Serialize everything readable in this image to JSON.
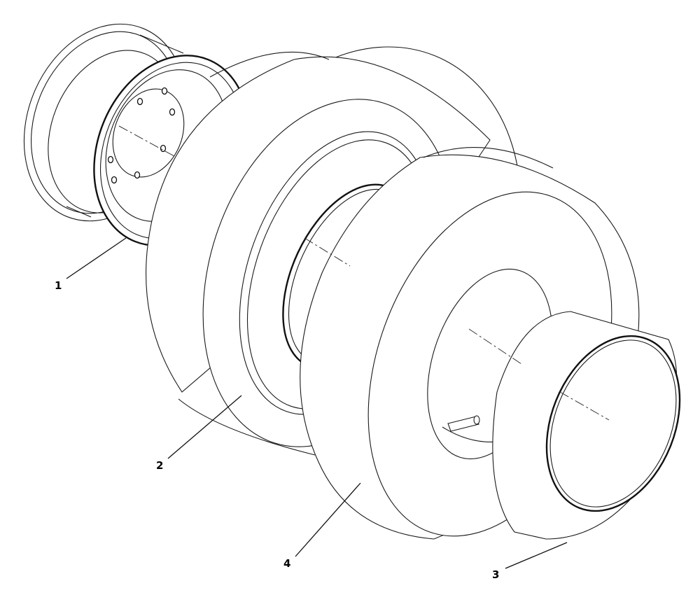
{
  "callouts": [
    {
      "number": "1"
    },
    {
      "number": "2"
    },
    {
      "number": "3"
    },
    {
      "number": "4"
    }
  ]
}
